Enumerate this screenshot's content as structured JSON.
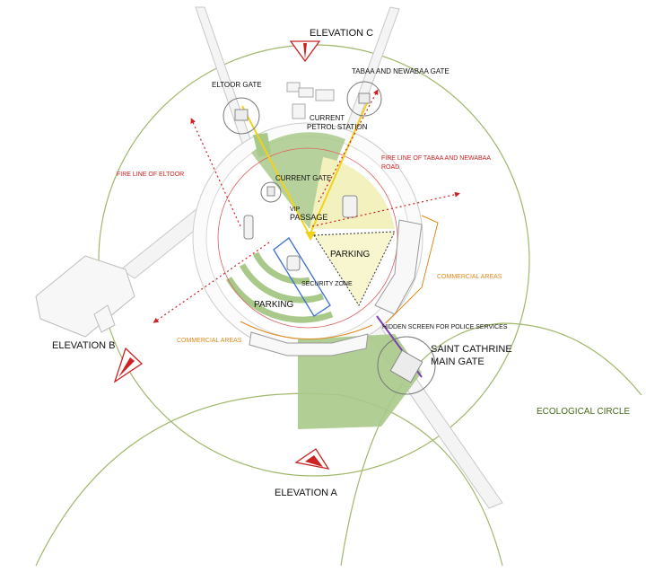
{
  "elevations": {
    "a": "ELEVATION A",
    "b": "ELEVATION B",
    "c": "ELEVATION C"
  },
  "gates": {
    "eltoor": "ELTOOR GATE",
    "tabaa": "TABAA AND NEWABAA GATE",
    "current": "CURRENT GATE",
    "main_line1": "SAINT CATHRINE",
    "main_line2": "MAIN GATE"
  },
  "labels": {
    "petrol_line1": "CURRENT",
    "petrol_line2": "PETROL STATION",
    "fire_eltoor": "FIRE LINE OF ELTOOR",
    "fire_tabaa_line1": "FIRE LINE OF TABAA AND NEWABAA",
    "fire_tabaa_line2": "ROAD",
    "vip": "VIP",
    "passage": "PASSAGE",
    "parking_right": "PARKING",
    "parking_left": "PARKING",
    "security_zone": "SECURITY ZONE",
    "commercial_right": "COMMERCIAL AREAS",
    "commercial_left": "COMMERCIAL AREAS",
    "hidden_screen": "HIDDEN SCREEN FOR POLICE SERVICES",
    "ecological": "ECOLOGICAL CIRCLE"
  },
  "colors": {
    "fire_line": "#cc2222",
    "commercial": "#e08a1e",
    "ecological": "#4a6a1a",
    "green_area": "#a9c98a",
    "yellow_area": "#f3f2bf",
    "security": "#3b6fd0",
    "hidden_screen": "#7b3fb0"
  }
}
